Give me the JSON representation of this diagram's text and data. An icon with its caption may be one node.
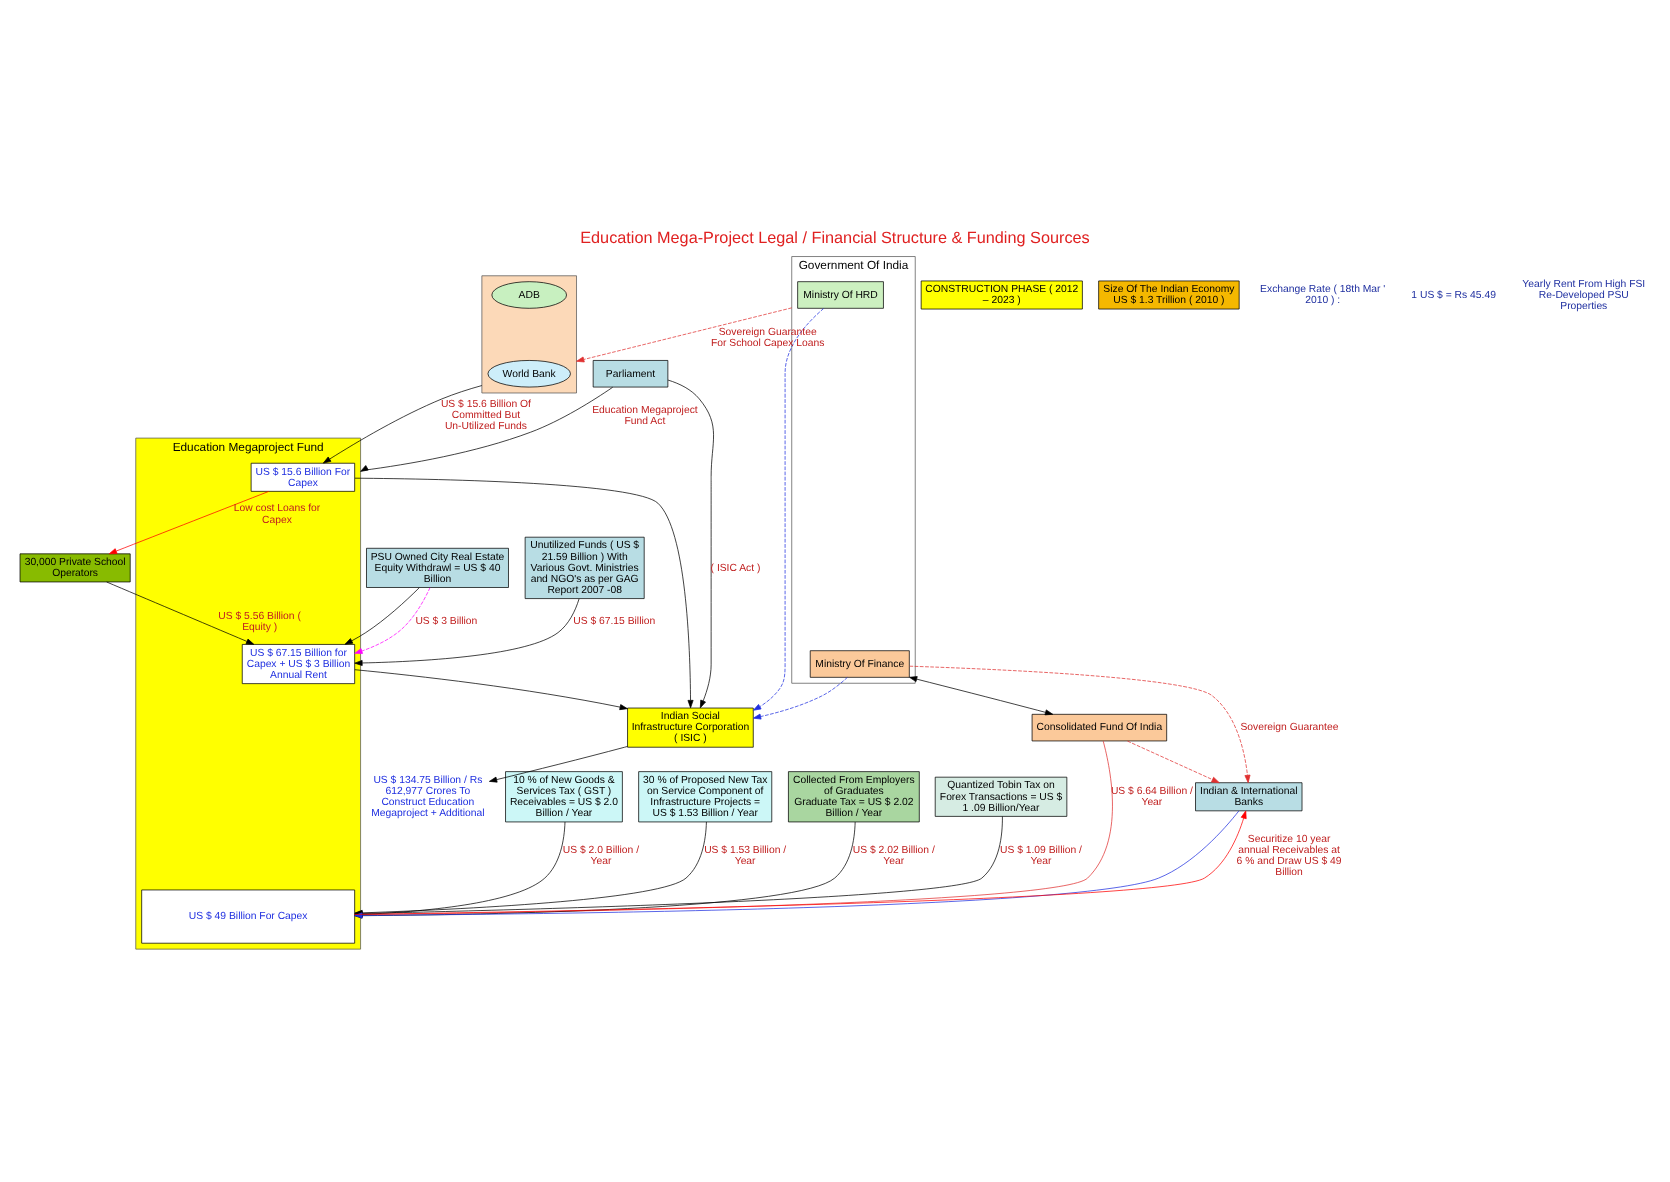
{
  "diagram": {
    "title": "Education Mega-Project Legal / Financial Structure & Funding Sources",
    "nodes": [
      {
        "text": [
          "Government Of India"
        ]
      },
      {
        "text": [
          "Ministry Of HRD"
        ],
        "in": 0
      },
      {
        "text": [
          "Ministry Of Finance"
        ],
        "in": 0
      },
      {
        "text": [
          "Consolidated Fund Of India"
        ]
      },
      {
        "text": [
          "Parliament"
        ]
      },
      {
        "text": [
          "10 % of New Goods & Services Tax ( GST ) Receivables = US $ 2.0 Billion / Year"
        ]
      },
      {
        "text": [
          "30 % of Proposed New Tax on Service Component of Infrastructure Projects = US $ 1.53 Billion / Year"
        ]
      },
      {
        "text": [
          "Collected From Employers of Graduates",
          "Graduate Tax = US $ 2.02 Billion / Year"
        ]
      },
      {
        "text": [
          "Quantized Tobin Tax on Forex Transactions = US $ 1 .09 Billion/Year"
        ]
      },
      {
        "text": [
          "PSU Owned City Real Estate Equity Withdrawl = US $ 40 Billion"
        ]
      },
      {
        "text": [
          "Unutilized Funds ( US $ 21.59 Billion ) With Various Govt. Ministries and NGO's as per GAG Report 2007 -08"
        ]
      },
      {
        "text": [
          "Indian & International Banks"
        ]
      },
      {
        "text": [
          "30,000 Private School Operators"
        ]
      },
      {
        "text": [
          "Education Megaproject Fund"
        ]
      },
      {
        "text": [
          "US $ 15.6 Billion For Capex"
        ],
        "in": 13
      },
      {
        "text": [
          "US $ 67.15 Billion for Capex + US $ 3 Billion Annual Rent"
        ],
        "in": 13
      },
      {
        "text": [
          "US $ 49 Billion For Capex"
        ],
        "in": 13
      },
      {
        "text": [
          "Indian Social Infrastructure Corporation ( ISIC )"
        ]
      },
      {
        "text": [],
        "shape": "box"
      },
      {
        "text": [
          "World Bank"
        ],
        "in": 18
      },
      {
        "text": [
          "ADB"
        ],
        "in": 18
      },
      {
        "text": [
          "US $ 134.75 Billion / Rs 612,977 Crores To Construct Education Megaproject + Additional"
        ]
      },
      {
        "text": [
          "CONSTRUCTION PHASE ( 2012 – 2023 )"
        ]
      },
      {
        "text": [
          "Size Of The Indian Economy",
          "US $ 1.3 Trillion ( 2010 )"
        ]
      }
    ],
    "edges": [
      {
        "from": 1,
        "to": 17,
        "arrow": "to",
        "style": "dashed",
        "color": "#1f2fe0"
      },
      {
        "from": 2,
        "to": 17,
        "arrow": "to",
        "style": "dashed",
        "color": "#1f2fe0"
      },
      {
        "from": 2,
        "to": 3,
        "arrow": "both"
      },
      {
        "from": 2,
        "to": 11,
        "arrow": "to",
        "style": "dashed",
        "color": "#e03030",
        "label": "Sovereign Guarantee"
      },
      {
        "from": 3,
        "to": 11,
        "arrow": "to",
        "style": "dashed",
        "color": "#e03030"
      },
      {
        "from": 0,
        "to": 18,
        "arrow": "to",
        "style": "dashed",
        "color": "#e03030",
        "label": "Sovereign Guarantee For School Capex Loans"
      },
      {
        "from": 5,
        "to": 16,
        "arrow": "to",
        "label": "US $ 2.0 Billion / Year"
      },
      {
        "from": 6,
        "to": 16,
        "arrow": "to",
        "label": "US $ 1.53 Billion / Year"
      },
      {
        "from": 7,
        "to": 16,
        "arrow": "to",
        "label": "US $ 2.02 Billion / Year"
      },
      {
        "from": 8,
        "to": 16,
        "arrow": "to",
        "label": "US $ 1.09 Billion / Year"
      },
      {
        "from": 3,
        "to": 16,
        "arrow": "to",
        "label": "US $ 6.64 Billion / Year",
        "color": "#e03030"
      },
      {
        "from": 9,
        "to": 15,
        "arrow": "to"
      },
      {
        "from": 10,
        "to": 15,
        "arrow": "to",
        "label": "US $ 67.15 Billion"
      },
      {
        "from": 12,
        "to": 15,
        "arrow": "to",
        "label": "US $ 5.56 Billion ( Equity )"
      },
      {
        "from": 9,
        "to": 15,
        "arrow": "to",
        "style": "dashed",
        "color": "#ff00ff",
        "label": "US $ 3 Billion"
      },
      {
        "from": 16,
        "to": 11,
        "arrow": "to",
        "color": "#ff0000",
        "label": "Securitize 10 year annual Receivables at 6 % and Draw US $ 49 Billion"
      },
      {
        "from": 11,
        "to": 16,
        "arrow": "to",
        "color": "#1f2fe0"
      },
      {
        "from": 4,
        "to": 13,
        "arrow": "to",
        "label": "Education Megaproject Fund Act"
      },
      {
        "from": 4,
        "to": 17,
        "arrow": "to",
        "label": "( ISIC Act )"
      },
      {
        "from": 14,
        "to": 12,
        "arrow": "to",
        "color": "#ff0000",
        "label": "Low cost Loans for Capex"
      },
      {
        "from": 18,
        "to": 14,
        "arrow": "to",
        "label": "US $ 15.6 Billion Of Committed But Un-Utilized Funds"
      },
      {
        "from": 14,
        "to": 17,
        "arrow": "to"
      },
      {
        "from": 15,
        "to": 17,
        "arrow": "to"
      },
      {
        "from": 17,
        "to": 21,
        "arrow": "to"
      }
    ],
    "labels": [
      "Exchange Rate ( 18th Mar ' 2010 ) :",
      "1 US $ = Rs 45.49",
      "Yearly Rent From High FSI Re-Developed PSU Properties"
    ]
  }
}
